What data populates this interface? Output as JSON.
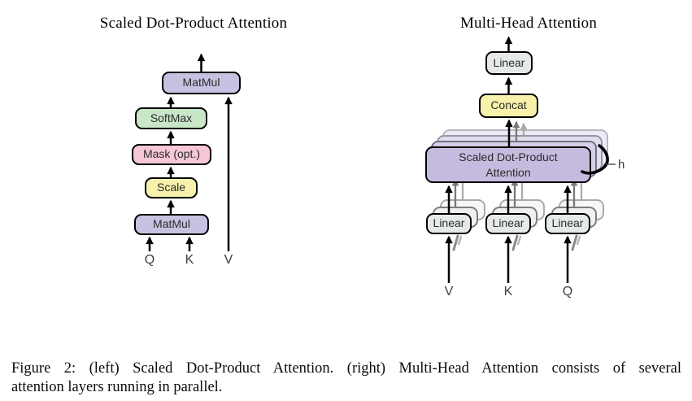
{
  "left": {
    "title": "Scaled Dot-Product Attention",
    "boxes": {
      "matmul_top": "MatMul",
      "softmax": "SoftMax",
      "mask": "Mask (opt.)",
      "scale": "Scale",
      "matmul_bottom": "MatMul"
    },
    "inputs": {
      "q": "Q",
      "k": "K",
      "v": "V"
    }
  },
  "right": {
    "title": "Multi-Head Attention",
    "boxes": {
      "linear_out": "Linear",
      "concat": "Concat",
      "sdpa_line1": "Scaled Dot-Product",
      "sdpa_line2": "Attention",
      "linear_v": "Linear",
      "linear_k": "Linear",
      "linear_q": "Linear"
    },
    "head_count_label": "h",
    "inputs": {
      "v": "V",
      "k": "K",
      "q": "Q"
    }
  },
  "caption": {
    "line1": "Figure 2: (left) Scaled Dot-Product Attention. (right) Multi-Head Attention consists of several",
    "line2": "attention layers running in parallel."
  },
  "colors": {
    "box_purple": "#c9c1e1",
    "box_purple_deep": "#c5bbde",
    "box_green": "#c9e6c9",
    "box_pink": "#f6c6d9",
    "box_yellow": "#f8f1ab",
    "box_gray": "#e6eae6"
  }
}
